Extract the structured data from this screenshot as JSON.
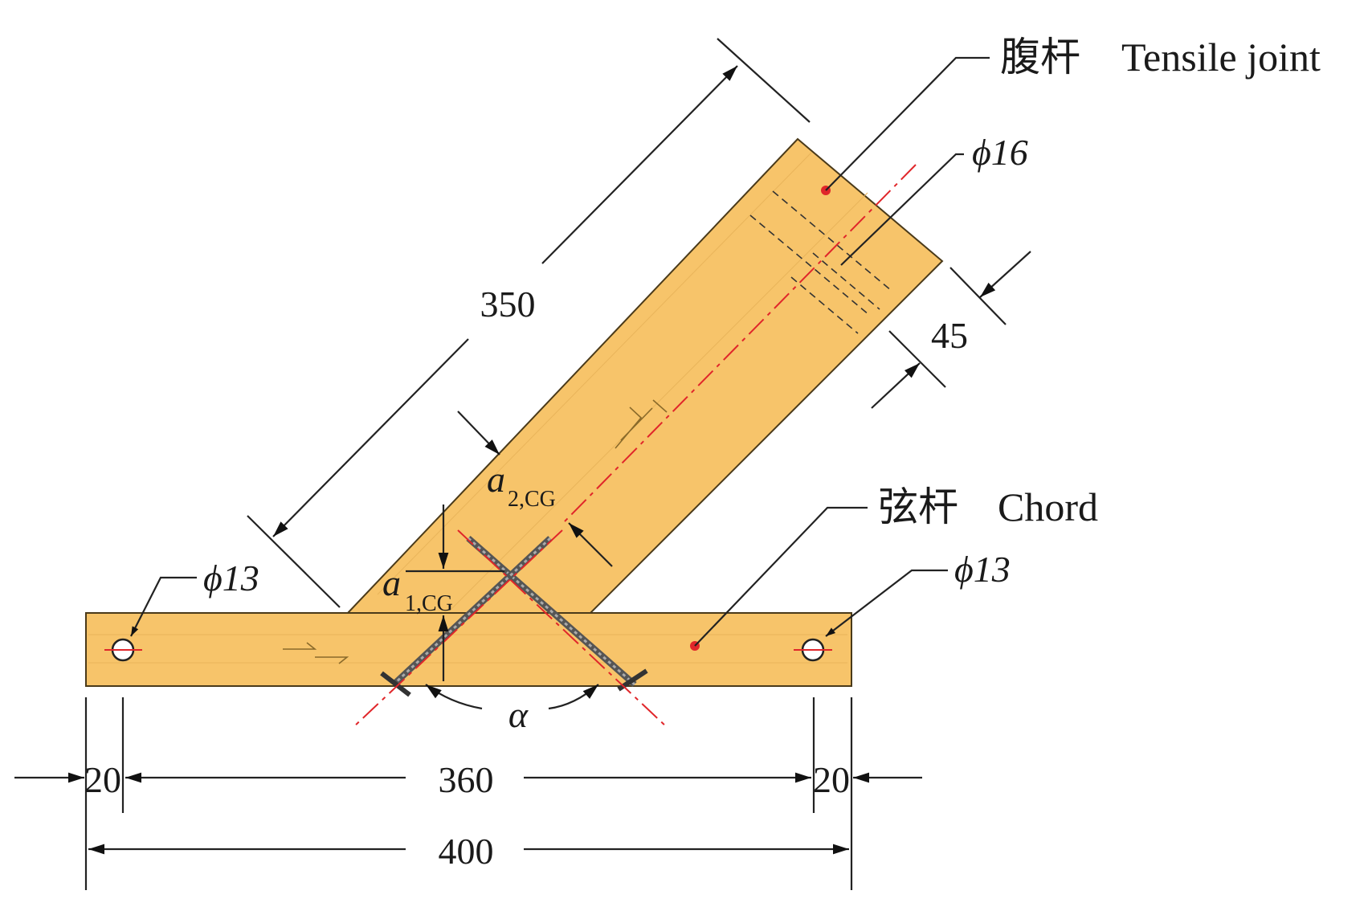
{
  "labels": {
    "web_member_cn": "腹杆",
    "web_member_en": "Tensile joint",
    "chord_cn": "弦杆",
    "chord_en": "Chord"
  },
  "dimensions": {
    "web_length": "350",
    "web_hole": "ϕ16",
    "web_edge": "45",
    "left_hole": "ϕ13",
    "right_hole": "ϕ13",
    "left_edge": "20",
    "hole_spacing": "360",
    "right_edge": "20",
    "total_length": "400"
  },
  "symbols": {
    "a1": "a",
    "a1_sub": "1,CG",
    "a2": "a",
    "a2_sub": "2,CG",
    "alpha": "α"
  },
  "colors": {
    "wood": "#f7c46a",
    "marker": "#e0262a",
    "line": "#222222"
  }
}
